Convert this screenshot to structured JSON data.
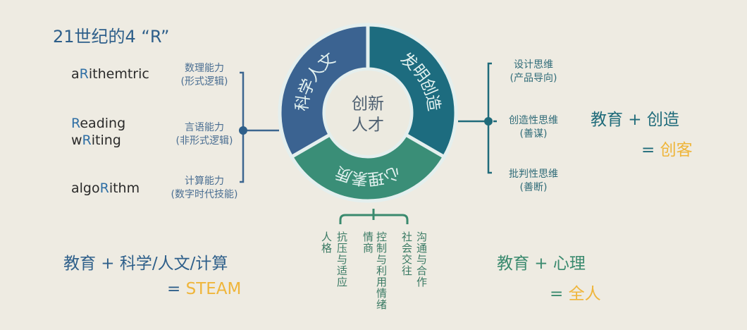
{
  "title": "21世纪的4 “R”",
  "r_words": [
    {
      "pre": "a",
      "r": "R",
      "post": "ithemtric"
    },
    {
      "pre": "",
      "r": "R",
      "post": "eading"
    },
    {
      "pre": "w",
      "r": "R",
      "post": "iting"
    },
    {
      "pre": "algo",
      "r": "R",
      "post": "ithm"
    }
  ],
  "left_labels": [
    {
      "main": "数理能力",
      "sub": "(形式逻辑)"
    },
    {
      "main": "言语能力",
      "sub": "(非形式逻辑)"
    },
    {
      "main": "计算能力",
      "sub": "(数字时代技能)"
    }
  ],
  "donut": {
    "center": [
      "创新",
      "人才"
    ],
    "segments": [
      {
        "label": "科学人文",
        "color": "#3b6391"
      },
      {
        "label": "发明创造",
        "color": "#1d6c7f"
      },
      {
        "label": "心理素质",
        "color": "#3a8e77"
      }
    ]
  },
  "right_labels": [
    {
      "main": "设计思维",
      "sub": "(产品导向)"
    },
    {
      "main": "创造性思维",
      "sub": "(善谋)"
    },
    {
      "main": "批判性思维",
      "sub": "(善断)"
    }
  ],
  "bottom_labels": [
    {
      "title": "人格",
      "desc": "抗压与适应"
    },
    {
      "title": "情商",
      "desc": "控制与利用情绪"
    },
    {
      "title": "社会交往",
      "desc": "沟通与合作"
    }
  ],
  "equations": {
    "steam": {
      "lhs": "教育 + 科学/人文/计算",
      "eq": "= ",
      "result": "STEAM"
    },
    "maker": {
      "lhs": "教育 + 创造",
      "eq": "= ",
      "result": "创客"
    },
    "whole": {
      "lhs": "教育 + 心理",
      "eq": "= ",
      "result": "全人"
    }
  },
  "colors": {
    "blue": "#2e5f8a",
    "teal": "#1f6b7a",
    "green": "#3a8a6e",
    "yellow": "#efb53a"
  }
}
